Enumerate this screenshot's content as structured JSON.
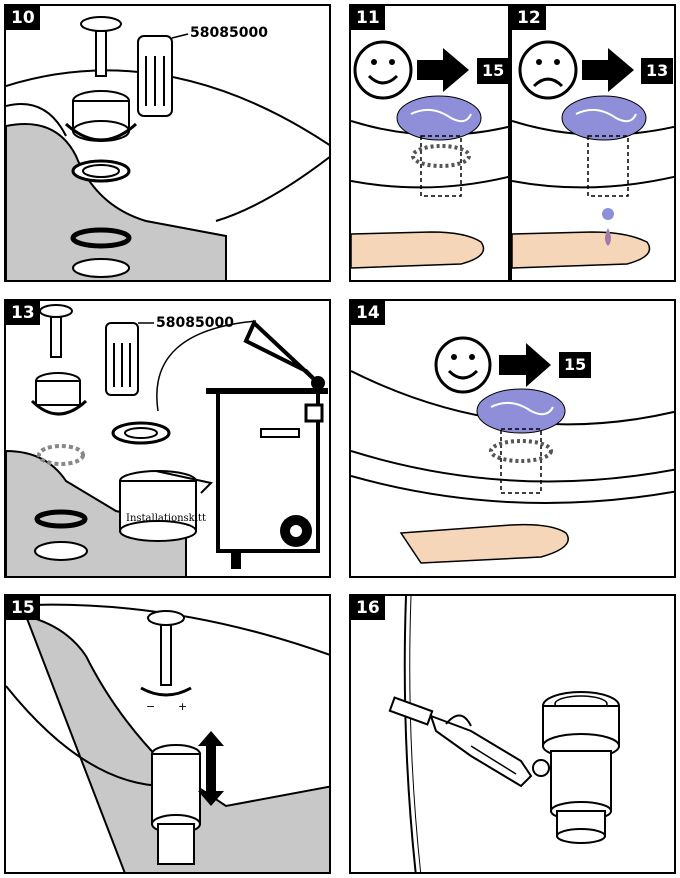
{
  "panels": {
    "p10": {
      "number": "10",
      "part_number": "58085000"
    },
    "p11": {
      "number": "11",
      "target_step": "15"
    },
    "p12": {
      "number": "12",
      "target_step": "13"
    },
    "p13": {
      "number": "13",
      "part_number": "58085000",
      "can_label": "Installationskitt"
    },
    "p14": {
      "number": "14",
      "target_step": "15"
    },
    "p15": {
      "number": "15",
      "minus": "−",
      "plus": "+"
    },
    "p16": {
      "number": "16"
    }
  },
  "colors": {
    "sink_grey": "#c8c8c8",
    "water_blue": "#8e8fd8",
    "skin": "#f6d6b8",
    "outline": "#000000"
  },
  "icons": [
    "smiley-face-icon",
    "sad-face-icon",
    "arrow-right-icon",
    "trash-bin-icon",
    "wrench-icon",
    "pop-up-waste-icon"
  ]
}
